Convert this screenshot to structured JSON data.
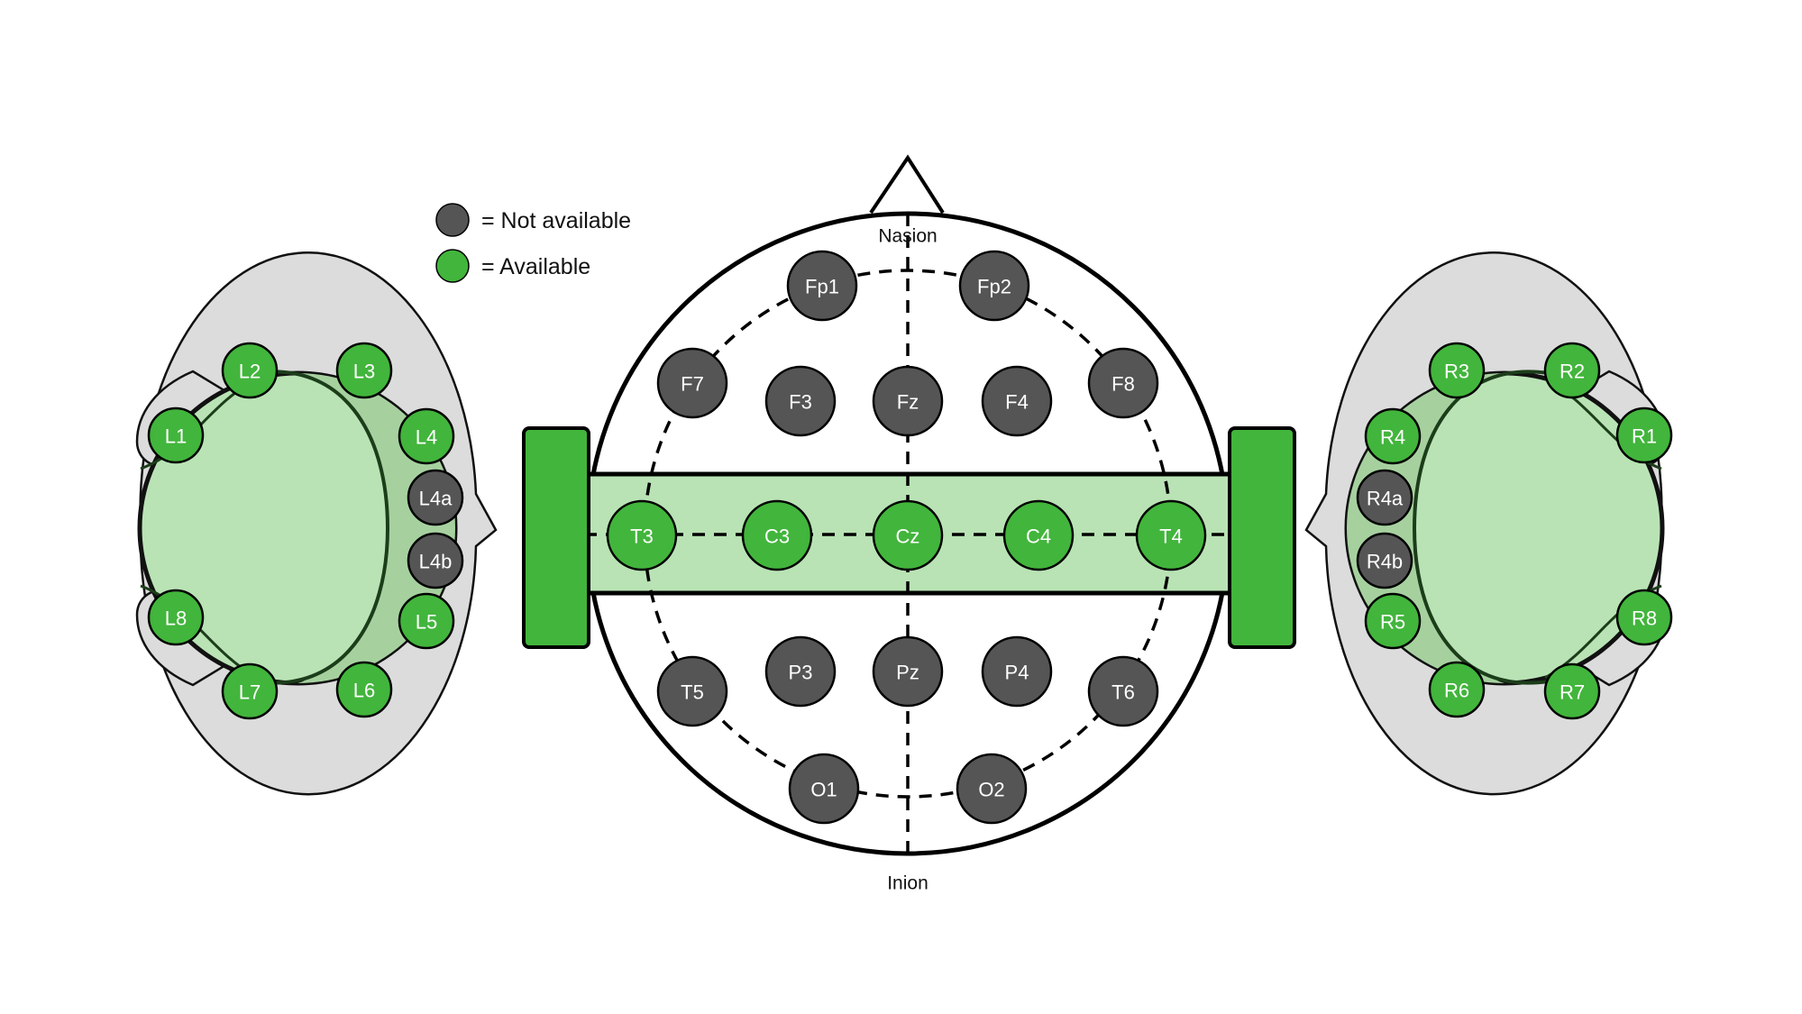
{
  "legend": {
    "not_available": "= Not available",
    "available": "= Available"
  },
  "landmarks": {
    "nasion": "Nasion",
    "inion": "Inion"
  },
  "colors": {
    "available": "#42b53c",
    "not_available": "#555555",
    "band_fill": "#b9e3b5",
    "ear_fill": "#b9e3b5",
    "ear_shade": "#a6d19f",
    "ear_rim": "#dcdcdc",
    "outline": "#000000"
  },
  "electrodes": {
    "scalp": [
      {
        "label": "Fp1",
        "available": false
      },
      {
        "label": "Fp2",
        "available": false
      },
      {
        "label": "F7",
        "available": false
      },
      {
        "label": "F3",
        "available": false
      },
      {
        "label": "Fz",
        "available": false
      },
      {
        "label": "F4",
        "available": false
      },
      {
        "label": "F8",
        "available": false
      },
      {
        "label": "T3",
        "available": true
      },
      {
        "label": "C3",
        "available": true
      },
      {
        "label": "Cz",
        "available": true
      },
      {
        "label": "C4",
        "available": true
      },
      {
        "label": "T4",
        "available": true
      },
      {
        "label": "T5",
        "available": false
      },
      {
        "label": "P3",
        "available": false
      },
      {
        "label": "Pz",
        "available": false
      },
      {
        "label": "P4",
        "available": false
      },
      {
        "label": "T6",
        "available": false
      },
      {
        "label": "O1",
        "available": false
      },
      {
        "label": "O2",
        "available": false
      }
    ],
    "left_ear": [
      {
        "label": "L1",
        "available": true
      },
      {
        "label": "L2",
        "available": true
      },
      {
        "label": "L3",
        "available": true
      },
      {
        "label": "L4",
        "available": true
      },
      {
        "label": "L4a",
        "available": false
      },
      {
        "label": "L4b",
        "available": false
      },
      {
        "label": "L5",
        "available": true
      },
      {
        "label": "L6",
        "available": true
      },
      {
        "label": "L7",
        "available": true
      },
      {
        "label": "L8",
        "available": true
      }
    ],
    "right_ear": [
      {
        "label": "R1",
        "available": true
      },
      {
        "label": "R2",
        "available": true
      },
      {
        "label": "R3",
        "available": true
      },
      {
        "label": "R4",
        "available": true
      },
      {
        "label": "R4a",
        "available": false
      },
      {
        "label": "R4b",
        "available": false
      },
      {
        "label": "R5",
        "available": true
      },
      {
        "label": "R6",
        "available": true
      },
      {
        "label": "R7",
        "available": true
      },
      {
        "label": "R8",
        "available": true
      }
    ]
  }
}
